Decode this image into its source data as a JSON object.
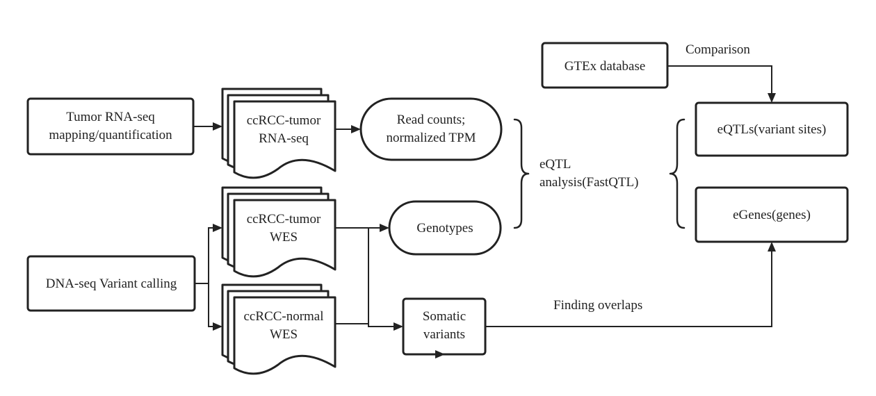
{
  "nodes": {
    "tumor_rnaseq_mapping": {
      "line1": "Tumor RNA-seq",
      "line2": "mapping/quantification"
    },
    "ccrcc_tumor_rnaseq": {
      "line1": "ccRCC-tumor",
      "line2": "RNA-seq"
    },
    "read_counts": {
      "line1": "Read counts;",
      "line2": "normalized TPM"
    },
    "dna_seq_variant_calling": {
      "label": "DNA-seq Variant calling"
    },
    "ccrcc_tumor_wes": {
      "line1": "ccRCC-tumor",
      "line2": "WES"
    },
    "ccrcc_normal_wes": {
      "line1": "ccRCC-normal",
      "line2": "WES"
    },
    "genotypes": {
      "label": "Genotypes"
    },
    "somatic_variants": {
      "line1": "Somatic",
      "line2": "variants"
    },
    "eqtl_analysis": {
      "line1": "eQTL",
      "line2": "analysis(FastQTL)"
    },
    "gtex_database": {
      "label": "GTEx database"
    },
    "eqtls": {
      "label": "eQTLs(variant sites)"
    },
    "egenes": {
      "label": "eGenes(genes)"
    }
  },
  "edge_labels": {
    "comparison": "Comparison",
    "finding_overlaps": "Finding overlaps"
  }
}
